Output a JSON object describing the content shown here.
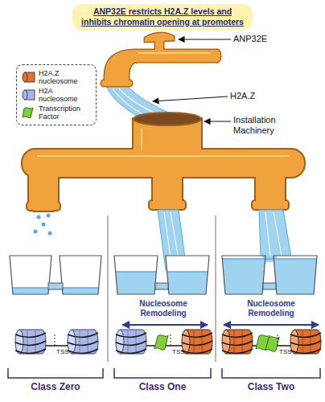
{
  "diagram": {
    "title": "ANP32E restricts H2A.Z levels and inhibits chromatin opening at promoters",
    "labels": [
      "ANP32E",
      "H2A.Z",
      "Installation Machinery",
      "Nucleosome Remodeling",
      "Nucleosome Remodeling",
      "TSS",
      "TSS",
      "TSS",
      "Class Zero",
      "Class One",
      "Class Two"
    ],
    "legend": [
      {
        "text": "H2A.Z nucleosome",
        "color": "#e2702e"
      },
      {
        "text": "H2A nucleosome",
        "color": "#a9b6e6"
      },
      {
        "text": "Transcription Factor",
        "color": "#7fd13b"
      }
    ]
  }
}
